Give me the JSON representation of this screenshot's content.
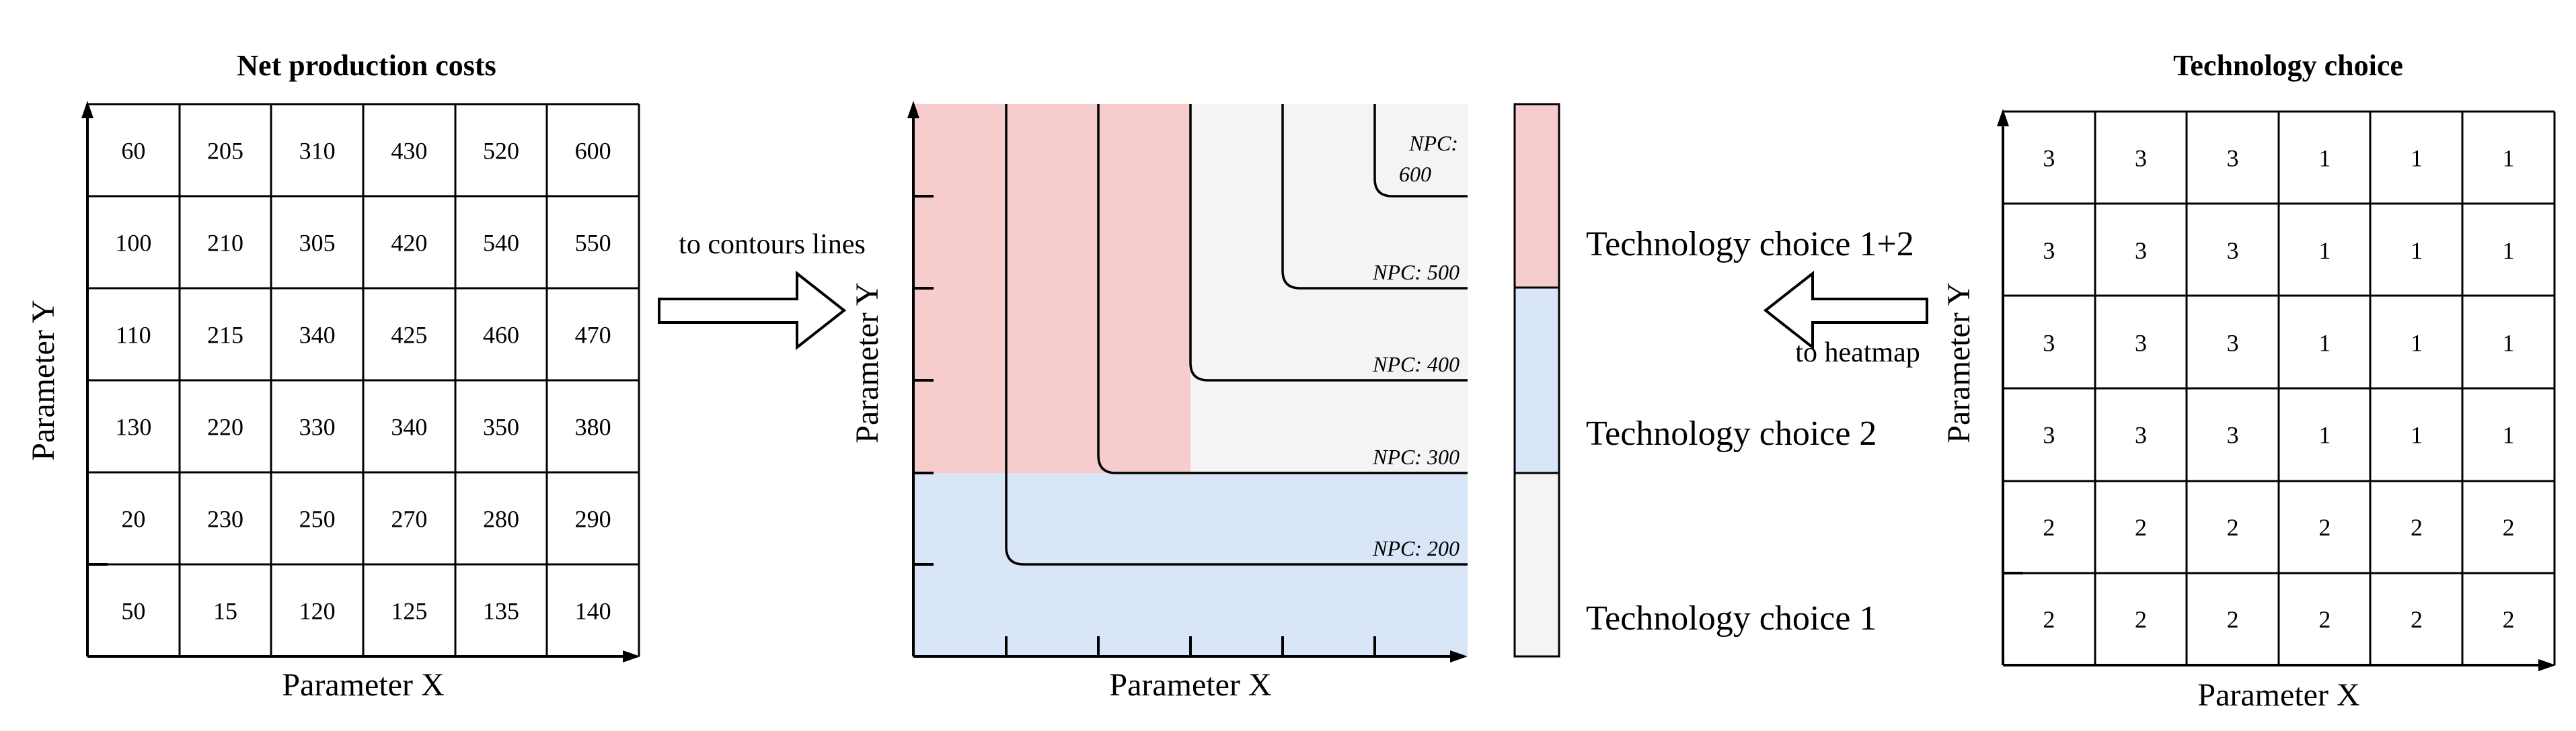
{
  "left_panel": {
    "title": "Net production costs",
    "x_label": "Parameter X",
    "y_label": "Parameter Y",
    "rows": [
      [
        "60",
        "205",
        "310",
        "430",
        "520",
        "600"
      ],
      [
        "100",
        "210",
        "305",
        "420",
        "540",
        "550"
      ],
      [
        "110",
        "215",
        "340",
        "425",
        "460",
        "470"
      ],
      [
        "130",
        "220",
        "330",
        "340",
        "350",
        "380"
      ],
      [
        "20",
        "230",
        "250",
        "270",
        "280",
        "290"
      ],
      [
        "50",
        "15",
        "120",
        "125",
        "135",
        "140"
      ]
    ]
  },
  "arrow_right": {
    "label": "to contours lines"
  },
  "middle_panel": {
    "x_label": "Parameter X",
    "y_label": "Parameter Y",
    "contours": [
      {
        "prefix": "NPC:",
        "value": "600"
      },
      {
        "label": "NPC: 500"
      },
      {
        "label": "NPC: 400"
      },
      {
        "label": "NPC: 300"
      },
      {
        "label": "NPC: 200"
      }
    ]
  },
  "legend": {
    "items": [
      {
        "label": "Technology choice 1+2",
        "color": "#f6cccc"
      },
      {
        "label": "Technology choice 2",
        "color": "#d8e6f8"
      },
      {
        "label": "Technology choice 1",
        "color": "#f4f4f4"
      }
    ]
  },
  "arrow_left": {
    "label": "to heatmap"
  },
  "right_panel": {
    "title": "Technology choice",
    "x_label": "Parameter X",
    "y_label": "Parameter Y",
    "rows": [
      [
        "3",
        "3",
        "3",
        "1",
        "1",
        "1"
      ],
      [
        "3",
        "3",
        "3",
        "1",
        "1",
        "1"
      ],
      [
        "3",
        "3",
        "3",
        "1",
        "1",
        "1"
      ],
      [
        "3",
        "3",
        "3",
        "1",
        "1",
        "1"
      ],
      [
        "2",
        "2",
        "2",
        "2",
        "2",
        "2"
      ],
      [
        "2",
        "2",
        "2",
        "2",
        "2",
        "2"
      ]
    ]
  }
}
